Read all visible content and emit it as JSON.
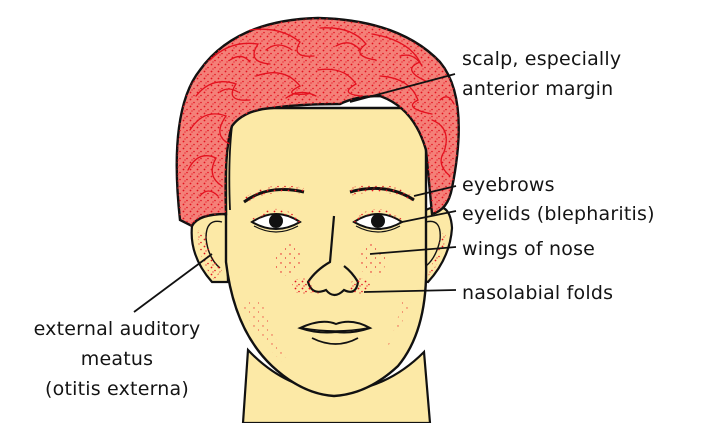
{
  "colors": {
    "skin": "#fce9a6",
    "outline": "#111111",
    "lesion_red": "#e4101e",
    "background": "#ffffff"
  },
  "labels": {
    "scalp_line1": "scalp, especially",
    "scalp_line2": "anterior margin",
    "eyebrows": "eyebrows",
    "eyelids": "eyelids (blepharitis)",
    "nose_wings": "wings of nose",
    "nasolabial": "nasolabial folds",
    "ear_line1": "external auditory",
    "ear_line2": "meatus",
    "ear_line3": "(otitis externa)"
  }
}
